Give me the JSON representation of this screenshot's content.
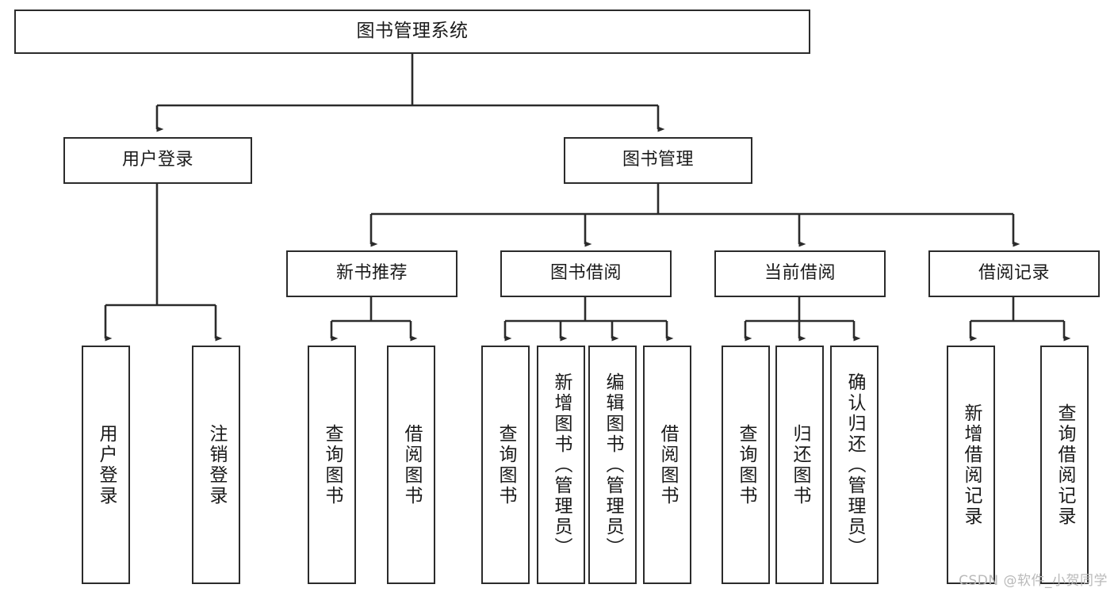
{
  "diagram": {
    "title": "图书管理系统",
    "type": "tree-hierarchy",
    "background_color": "#ffffff",
    "node_border_color": "#2b2b2b",
    "edge_color": "#2b2b2b",
    "text_color": "#1a1a1a"
  },
  "watermark": {
    "text": "CSDN @软件_小贺同学",
    "color": "#b9b9b9"
  },
  "nodes": {
    "root": {
      "label": "图书管理系统"
    },
    "level2": [
      {
        "id": "user-login",
        "label": "用户登录"
      },
      {
        "id": "book-management",
        "label": "图书管理"
      }
    ],
    "level3": [
      {
        "id": "new-book-recommend",
        "label": "新书推荐"
      },
      {
        "id": "book-borrow",
        "label": "图书借阅"
      },
      {
        "id": "current-borrow",
        "label": "当前借阅"
      },
      {
        "id": "borrow-record",
        "label": "借阅记录"
      }
    ],
    "leaves": {
      "user_login": [
        {
          "id": "leaf-user-login",
          "label": "用户登录"
        },
        {
          "id": "leaf-logout-login",
          "label": "注销登录"
        }
      ],
      "new_book_recommend": [
        {
          "id": "leaf-query-book-1",
          "label": "查询图书"
        },
        {
          "id": "leaf-borrow-book-1",
          "label": "借阅图书"
        }
      ],
      "book_borrow": [
        {
          "id": "leaf-query-book-2",
          "label": "查询图书"
        },
        {
          "id": "leaf-add-book",
          "label": "新增图书（管理员）"
        },
        {
          "id": "leaf-edit-book",
          "label": "编辑图书（管理员）"
        },
        {
          "id": "leaf-borrow-book-2",
          "label": "借阅图书"
        }
      ],
      "current_borrow": [
        {
          "id": "leaf-query-book-3",
          "label": "查询图书"
        },
        {
          "id": "leaf-return-book",
          "label": "归还图书"
        },
        {
          "id": "leaf-confirm-return",
          "label": "确认归还（管理员）"
        }
      ],
      "borrow_record": [
        {
          "id": "leaf-add-record",
          "label": "新增借阅记录"
        },
        {
          "id": "leaf-query-record",
          "label": "查询借阅记录"
        }
      ]
    }
  }
}
